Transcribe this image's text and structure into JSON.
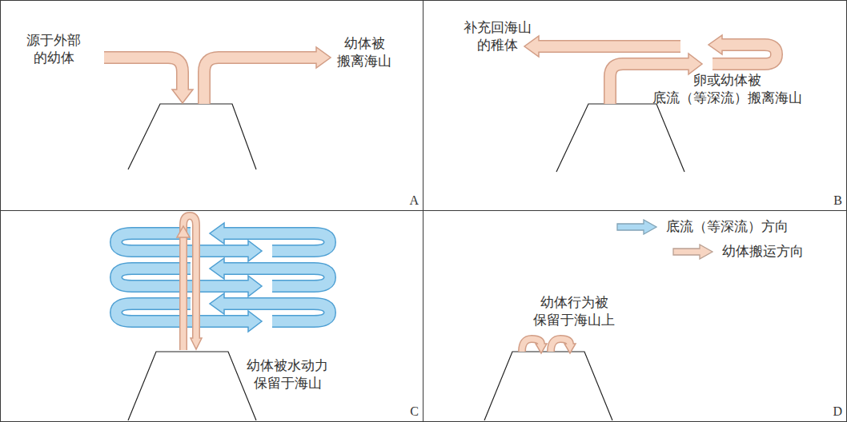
{
  "diagram": {
    "nodes": [
      {
        "text": [
          "源于外部 的幼体",
          "幼体被 搬离海山",
          "A"
        ]
      },
      {
        "text": [
          "补充回海山 的稚体",
          "卵或幼体被 底流（等深流）搬离海山",
          "B"
        ]
      },
      {
        "text": [
          "幼体被水动力 保留于海山",
          "C"
        ]
      },
      {
        "text": [
          "幼体行为被 保留于海山上",
          "D"
        ]
      }
    ],
    "legend": [
      {
        "text": "底流（等深流）方向",
        "color": "#acd9f2"
      },
      {
        "text": "幼体搬运方向",
        "color": "#f7d5c2"
      }
    ]
  }
}
